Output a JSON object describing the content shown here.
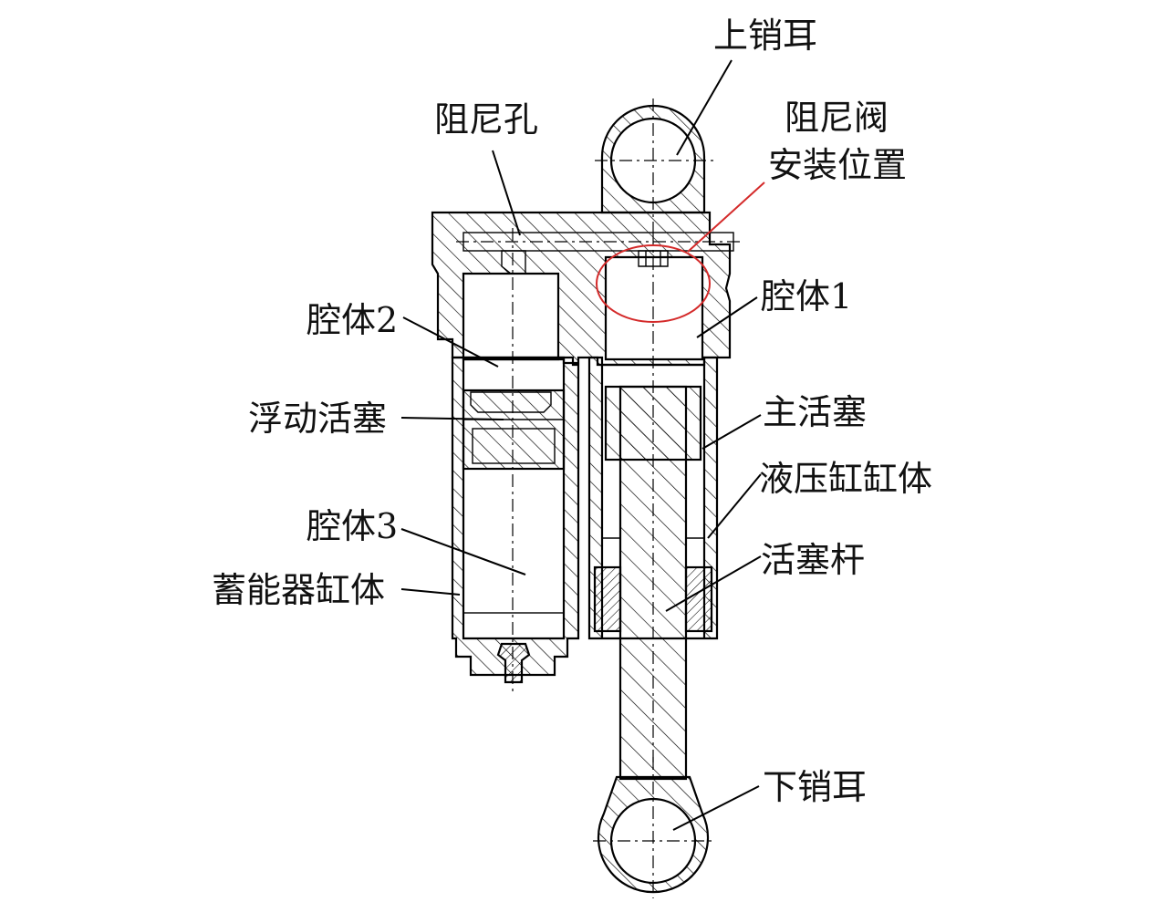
{
  "labels": {
    "upper_pin_ear": "上销耳",
    "damping_hole": "阻尼孔",
    "damping_valve_line1": "阻尼阀",
    "damping_valve_line2": "安装位置",
    "chamber1": "腔体1",
    "chamber2": "腔体2",
    "floating_piston": "浮动活塞",
    "main_piston": "主活塞",
    "hydraulic_cylinder": "液压缸缸体",
    "chamber3": "腔体3",
    "piston_rod": "活塞杆",
    "accumulator_cylinder": "蓄能器缸体",
    "lower_pin_ear": "下销耳"
  },
  "colors": {
    "line": "#000000",
    "hatch": "#000000",
    "highlight": "#d42a2a",
    "background": "#ffffff"
  }
}
